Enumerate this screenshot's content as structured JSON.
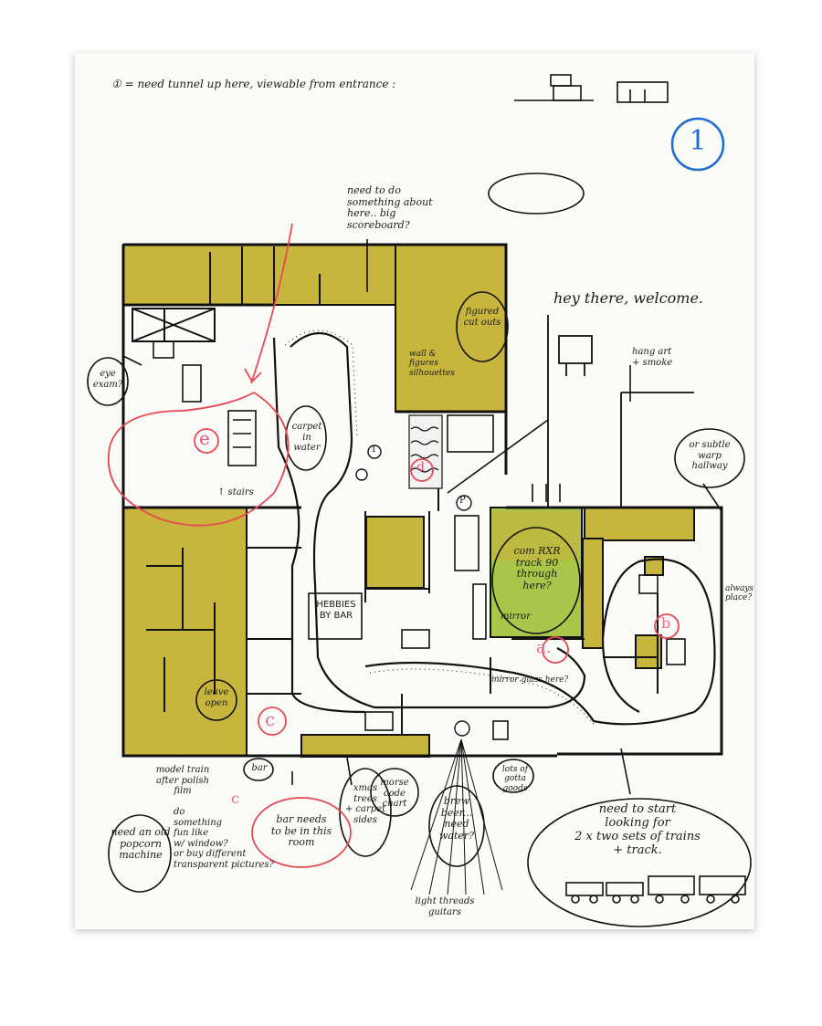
{
  "page_number": "1",
  "header_note": "① = need tunnel up here, viewable from entrance :",
  "welcome": "hey there, welcome.",
  "notes": {
    "scoreboard": "need to do\nsomething about here.. big scoreboard?",
    "hang_art": "hang art\n+ smoke",
    "subtle_hallway": "or subtle\nwarp\nhallway",
    "eye_exam": "eye\nexam?",
    "carpet_water": "carpet\nin water",
    "stairs": "↑ stairs",
    "figured_cutouts": "figured\ncut outs",
    "wall_figures": "wall &\nfigures\nsilhouettes",
    "com_rxr": "com RXR\ntrack 90\nthrough\nhere?",
    "mirror": "mirror",
    "hebbies": "HEBBIES\nBY BAR",
    "mirror_geo": "mirror glass here?",
    "draft_place": "always\nplace?",
    "leave_open": "leave\nopen",
    "bar": "bar",
    "model_train": "model train\nafter polish\nfilm",
    "bar_needs": "bar needs\nto be in this\nroom",
    "xmas_trees": "xmas\ntrees\n+ carpet\nsides",
    "morse_code": "morse\ncode\nchart",
    "brew_beer": "brew\nbeer...\nneed\nwater?",
    "gotta_goods": "lots of\ngotta goods",
    "popcorn": "need an old\npopcorn\nmachine",
    "window_note": "do\nsomething\nfun like\nw/ window?\nor buy different\ntransparent pictures?",
    "light_threads": "light threads\nguitars",
    "trains": "need to start\nlooking for\n2 x two sets of trains\n+ track."
  },
  "markers": {
    "a": "a.",
    "b": "b",
    "c": "c",
    "c_small": "c",
    "e": "e",
    "d": "d",
    "circle_1": "1",
    "circle_p": "P"
  },
  "colors": {
    "room_fill": "#c7b53d",
    "room_fill_light": "#d6c65a",
    "green_fill": "#a8c64a",
    "ink": "#111111",
    "red_ink": "#e64a55",
    "pink_ink": "#e86e8a",
    "blue_ink": "#1e6fd0"
  }
}
